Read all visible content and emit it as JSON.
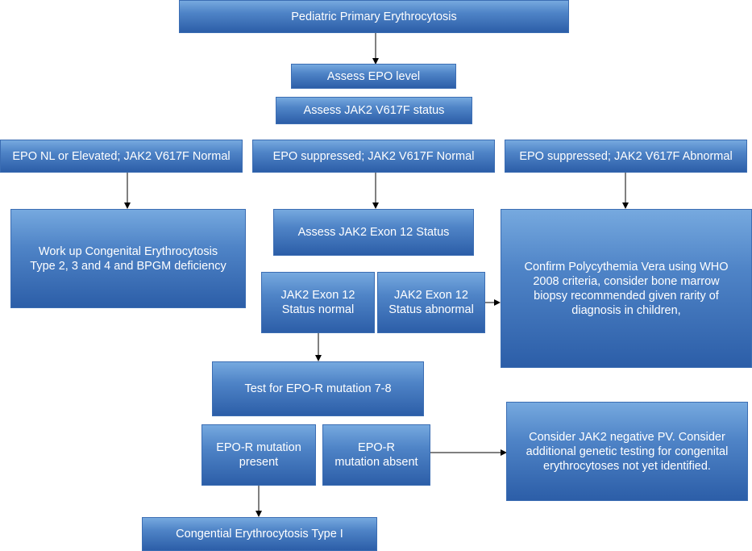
{
  "diagram": {
    "title": "Pediatric Primary Erythrocytosis",
    "assess_epo": "Assess EPO level",
    "assess_jak2": "Assess JAK2 V617F status",
    "branch_left": "EPO NL or Elevated; JAK2 V617F Normal",
    "branch_middle": "EPO suppressed; JAK2 V617F Normal",
    "branch_right": "EPO suppressed; JAK2 V617F Abnormal",
    "workup_congenital": "Work up Congenital Erythrocytosis\nType 2, 3 and 4 and BPGM deficiency",
    "assess_exon12": "Assess JAK2 Exon 12 Status",
    "exon12_normal": "JAK2 Exon 12\nStatus normal",
    "exon12_abnormal": "JAK2 Exon 12\nStatus abnormal",
    "confirm_pv": "Confirm Polycythemia Vera using WHO\n2008 criteria, consider bone marrow\nbiopsy recommended given rarity of\ndiagnosis in children,",
    "test_epor": "Test for EPO-R mutation 7-8",
    "epor_present": "EPO-R mutation\npresent",
    "epor_absent": "EPO-R\nmutation absent",
    "consider_jak2_negative": "Consider JAK2 negative PV. Consider\nadditional genetic testing for congenital\nerythrocytoses not yet identified.",
    "congenital_type1": "Congential Erythrocytosis Type I"
  },
  "colors": {
    "box_top": "#76a9df",
    "box_bottom": "#2c5ea8",
    "arrow": "#000000",
    "text": "#ffffff"
  }
}
